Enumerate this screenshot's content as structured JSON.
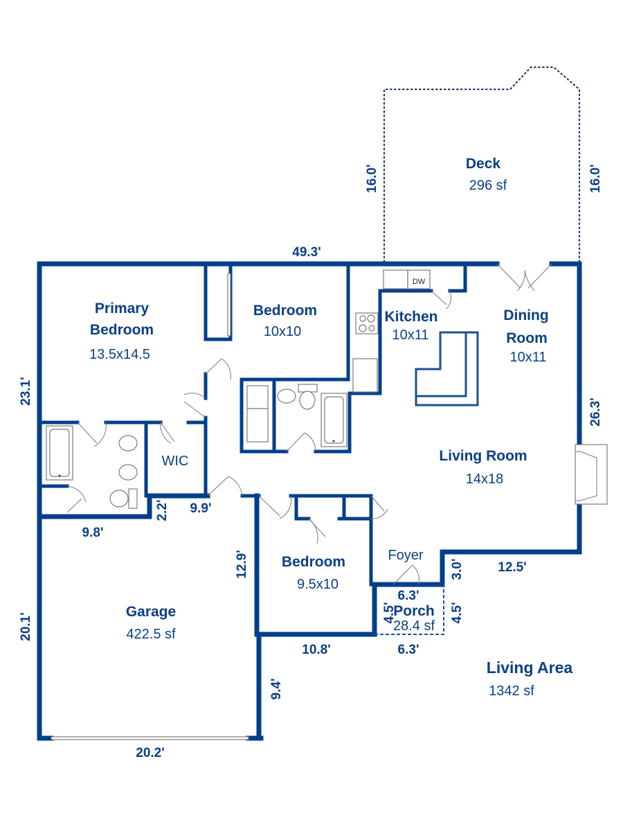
{
  "plan": {
    "accent_color": "#003F8A",
    "rooms": {
      "deck": {
        "name": "Deck",
        "size": "296 sf"
      },
      "primary_bedroom": {
        "name_line1": "Primary",
        "name_line2": "Bedroom",
        "size": "13.5x14.5"
      },
      "bedroom_1": {
        "name": "Bedroom",
        "size": "10x10"
      },
      "kitchen": {
        "name": "Kitchen",
        "size": "10x11",
        "appliance_label": "DW"
      },
      "dining_room": {
        "name_line1": "Dining",
        "name_line2": "Room",
        "size": "10x11"
      },
      "wic": {
        "name": "WIC"
      },
      "living_room": {
        "name": "Living Room",
        "size": "14x18"
      },
      "bedroom_2": {
        "name": "Bedroom",
        "size": "9.5x10"
      },
      "foyer": {
        "name": "Foyer"
      },
      "porch": {
        "name": "Porch",
        "size": "28.4 sf"
      },
      "garage": {
        "name": "Garage",
        "size": "422.5 sf"
      }
    },
    "summary": {
      "label": "Living Area",
      "value": "1342 sf"
    },
    "dimensions": {
      "top_width": "49.3'",
      "deck_left": "16.0'",
      "deck_right": "16.0'",
      "left_height": "23.1'",
      "right_height": "26.3'",
      "bath_bottom": "9.8'",
      "bath_step": "2.2'",
      "wic_bottom": "9.9'",
      "garage_right_upper": "12.9'",
      "garage_left": "20.1'",
      "garage_right_lower": "9.4'",
      "garage_bottom": "20.2'",
      "bedroom2_bottom": "10.8'",
      "porch_top": "6.3'",
      "porch_bottom": "6.3'",
      "porch_left": "4.5'",
      "porch_right": "4.5'",
      "foyer_step": "3.0'",
      "living_bottom": "12.5'"
    }
  }
}
